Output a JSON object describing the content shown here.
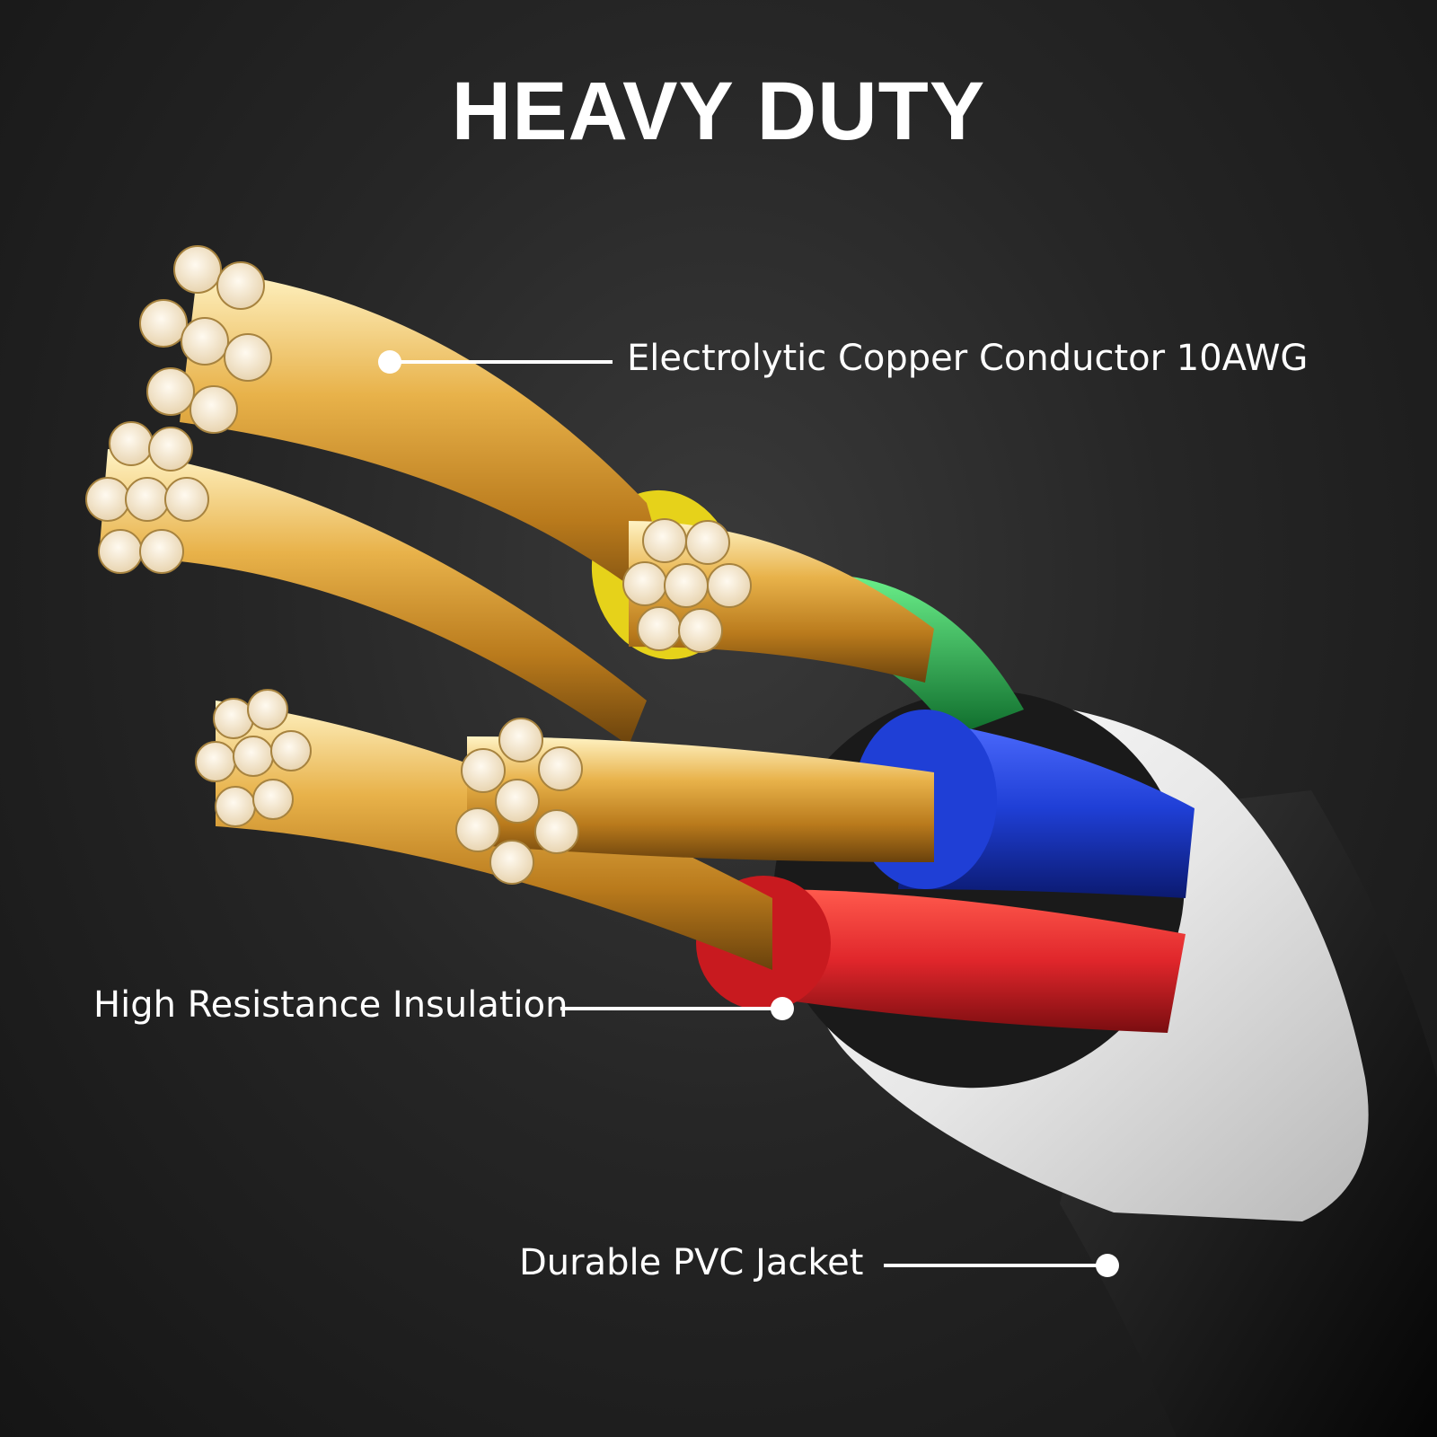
{
  "title": "HEAVY DUTY",
  "callouts": {
    "conductor": "Electrolytic Copper Conductor 10AWG",
    "insulation": "High Resistance Insulation",
    "jacket": "Durable PVC Jacket"
  },
  "colors": {
    "background": "#1b1b1b",
    "copper": "#d9a441",
    "insulation_red": "#e0262b",
    "insulation_blue": "#1f3fd6",
    "insulation_green": "#1fb34a",
    "insulation_yellow": "#e6d21a",
    "jacket": "#f2f2f2",
    "label": "#ffffff"
  }
}
